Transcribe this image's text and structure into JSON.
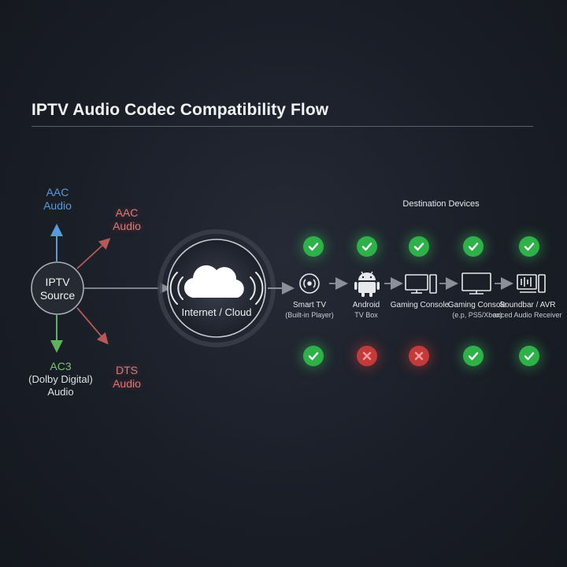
{
  "title": "IPTV Audio Codec Compatibility Flow",
  "source": {
    "line1": "IPTV",
    "line2": "Source"
  },
  "codecs": {
    "aac_up": {
      "line1": "AAC",
      "line2": "Audio"
    },
    "aac_diag": {
      "line1": "AAC",
      "line2": "Audio"
    },
    "ac3": {
      "line1": "AC3",
      "line2": "(Dolby Digital)",
      "line3": "Audio"
    },
    "dts": {
      "line1": "DTS",
      "line2": "Audio"
    }
  },
  "cloud": {
    "label": "Internet / Cloud"
  },
  "destination": {
    "title": "Destination Devices",
    "devices": [
      {
        "name": "Smart TV",
        "sub": "(Built-in Player)",
        "icon": "smart-tv-icon",
        "top_status": "ok",
        "bottom_status": "ok"
      },
      {
        "name": "Android",
        "sub": "TV Box",
        "icon": "android-icon",
        "top_status": "ok",
        "bottom_status": "bad"
      },
      {
        "name": "Gaming Console",
        "sub": "",
        "icon": "gaming-console-icon",
        "top_status": "ok",
        "bottom_status": "bad"
      },
      {
        "name": "Gaming Console",
        "sub": "(e.p, PS5/Xbox)",
        "icon": "gaming-console-icon",
        "top_status": "ok",
        "bottom_status": "ok"
      },
      {
        "name": "Soundbar / AVR",
        "sub": "anced Audio Receiver)",
        "icon": "soundbar-icon",
        "top_status": "ok",
        "bottom_status": "ok"
      }
    ]
  },
  "colors": {
    "aac_blue": "#5b9ad8",
    "aac_red": "#c86060",
    "ac3_green": "#5fb35a",
    "ok": "#2fb14a",
    "bad": "#c33a3a"
  }
}
